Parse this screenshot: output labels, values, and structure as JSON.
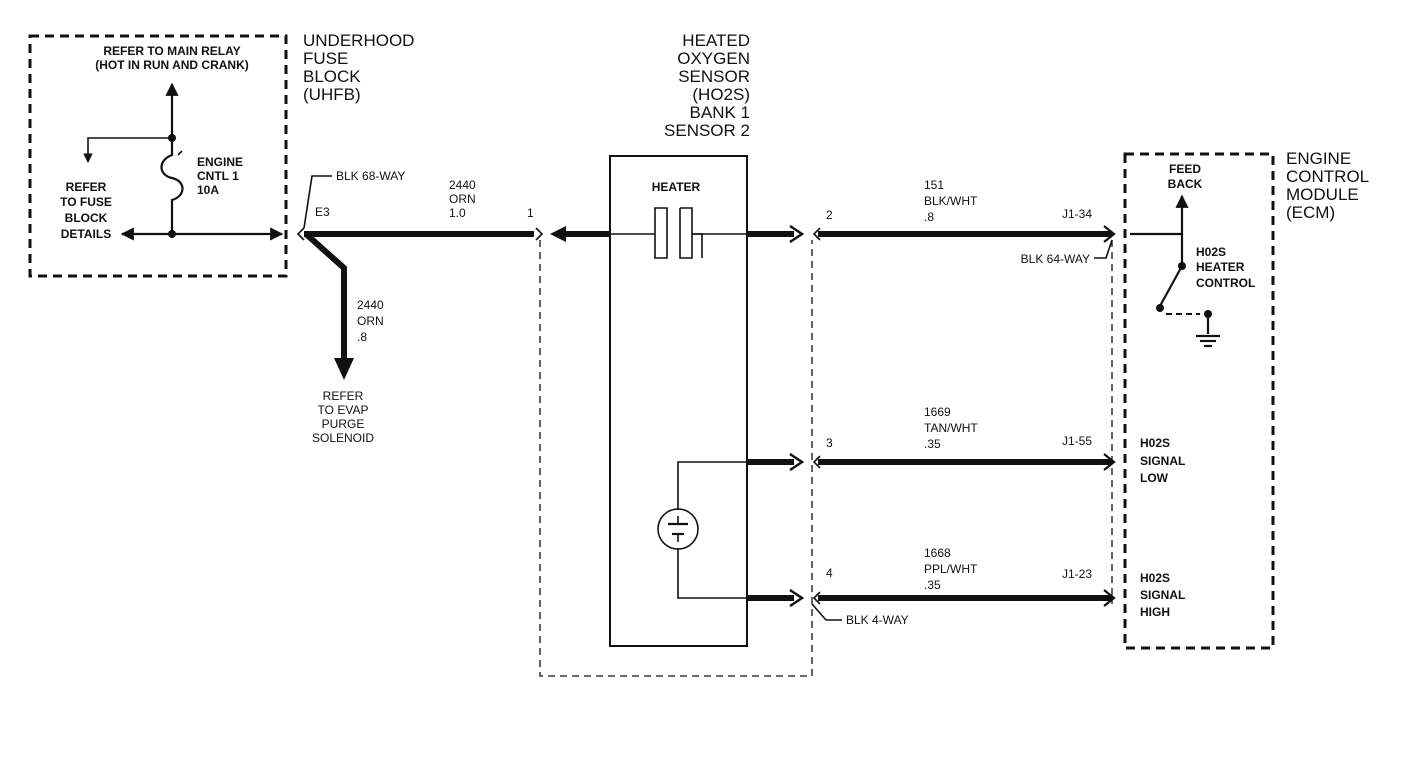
{
  "uhfb": {
    "title": [
      "UNDERHOOD",
      "FUSE",
      "BLOCK",
      "(UHFB)"
    ],
    "main_relay": [
      "REFER TO MAIN RELAY",
      "(HOT IN RUN AND CRANK)"
    ],
    "fuse_block_ref": [
      "REFER",
      "TO FUSE",
      "BLOCK",
      "DETAILS"
    ],
    "fuse": [
      "ENGINE",
      "CNTL 1",
      "10A"
    ],
    "connector": "BLK 68-WAY",
    "terminal": "E3"
  },
  "evap_wire": {
    "circuit": "2440",
    "color": "ORN",
    "gauge": ".8",
    "destination": [
      "REFER",
      "TO EVAP",
      "PURGE",
      "SOLENOID"
    ]
  },
  "feed_wire": {
    "circuit": "2440",
    "color": "ORN",
    "gauge": "1.0",
    "pin": "1"
  },
  "sensor": {
    "title": [
      "HEATED",
      "OXYGEN",
      "SENSOR",
      "(HO2S)",
      "BANK 1",
      "SENSOR 2"
    ],
    "heater_label": "HEATER",
    "connector": "BLK 4-WAY"
  },
  "wires": [
    {
      "pin": "2",
      "circuit": "151",
      "color": "BLK/WHT",
      "gauge": ".8",
      "ecm_pin": "J1-34"
    },
    {
      "pin": "3",
      "circuit": "1669",
      "color": "TAN/WHT",
      "gauge": ".35",
      "ecm_pin": "J1-55"
    },
    {
      "pin": "4",
      "circuit": "1668",
      "color": "PPL/WHT",
      "gauge": ".35",
      "ecm_pin": "J1-23"
    }
  ],
  "ecm": {
    "title": [
      "ENGINE",
      "CONTROL",
      "MODULE",
      "(ECM)"
    ],
    "connector": "BLK 64-WAY",
    "feedback": [
      "FEED",
      "BACK"
    ],
    "heater_control": [
      "H02S",
      "HEATER",
      "CONTROL"
    ],
    "signal_low": [
      "H02S",
      "SIGNAL",
      "LOW"
    ],
    "signal_high": [
      "H02S",
      "SIGNAL",
      "HIGH"
    ]
  }
}
